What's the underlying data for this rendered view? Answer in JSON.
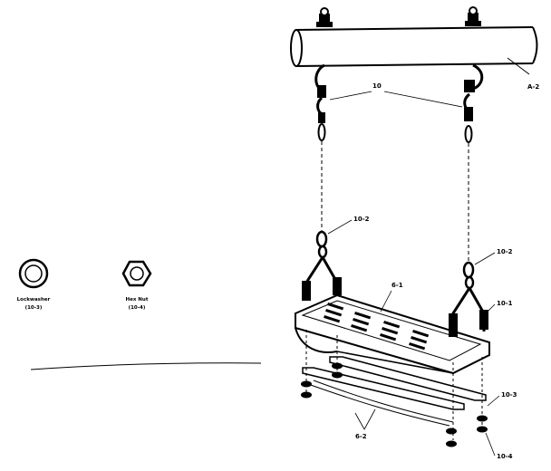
{
  "labels": {
    "beam": "A-2",
    "chain_assembly": "10",
    "s_hook_left": "10-2",
    "s_hook_right": "10-2",
    "hanger": "10-1",
    "seat": "6-1",
    "support_straps": "6-2",
    "lockwasher_part": "10-3",
    "hex_nut_part": "10-4"
  },
  "legend": {
    "lockwasher_name": "Lockwasher",
    "lockwasher_code": "(10-3)",
    "hex_nut_name": "Hex Nut",
    "hex_nut_code": "(10-4)"
  }
}
